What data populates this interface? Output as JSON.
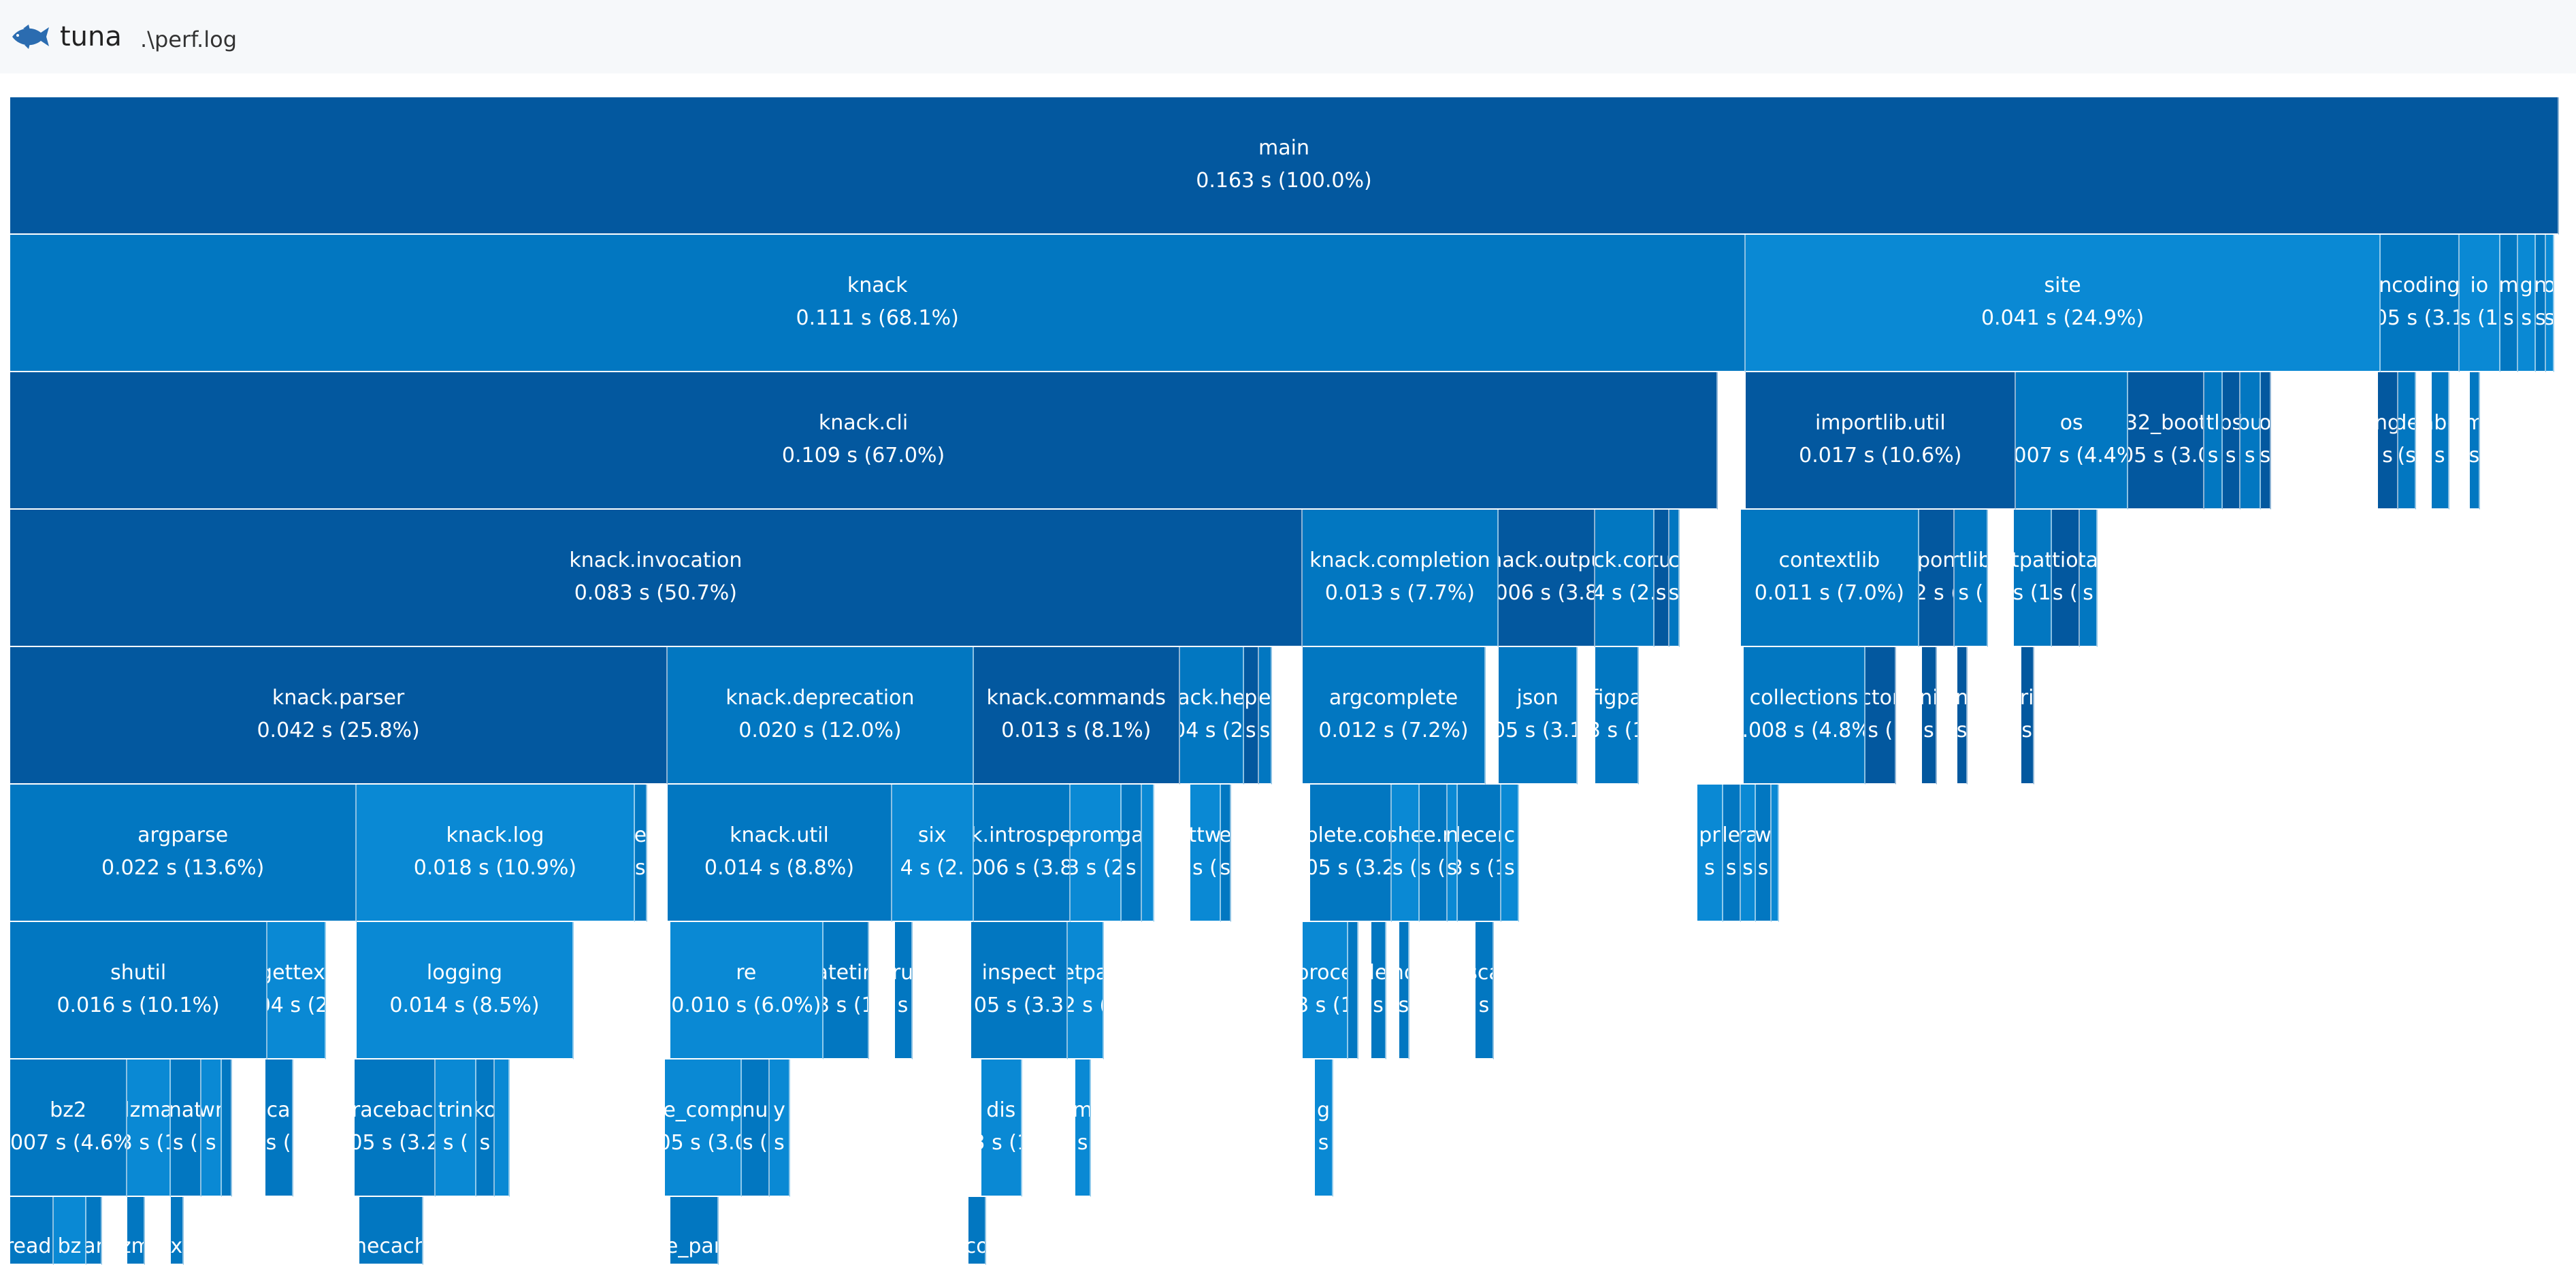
{
  "app": {
    "title": "tuna",
    "file": ".\\perf.log",
    "logo_icon": "tuna-fish-icon"
  },
  "colors": {
    "dark": "#03589f",
    "mid": "#0277c1",
    "light": "#0a89d4",
    "header_bg": "#f6f8fa",
    "logo": "#2b6cb0"
  },
  "rows": [
    [
      {
        "name": "main",
        "time": "0.163 s (100.0%)",
        "frac": 1.0
      }
    ],
    [
      {
        "name": "knack",
        "time": "0.111 s (68.1%)",
        "frac": 0.681
      },
      {
        "name": "site",
        "time": "0.041 s (24.9%)",
        "frac": 0.249
      },
      {
        "name": "ncoding",
        "time": "05 s (3.1",
        "frac": 0.031
      },
      {
        "name": "io",
        "time": "s (1",
        "frac": 0.016
      },
      {
        "name": "m",
        "time": "s",
        "frac": 0.007
      },
      {
        "name": "g",
        "time": "s",
        "frac": 0.007
      },
      {
        "name": "n",
        "time": "s",
        "frac": 0.004
      },
      {
        "name": "o",
        "time": "s",
        "frac": 0.003
      }
    ],
    [
      {
        "name": "knack.cli",
        "time": "0.109 s (67.0%)",
        "frac": 0.67
      },
      {
        "gap": 0.011
      },
      {
        "name": "importlib.util",
        "time": "0.017 s (10.6%)",
        "frac": 0.106
      },
      {
        "name": "os",
        "time": ".007 s (4.4%",
        "frac": 0.044
      },
      {
        "name": "32_boot",
        "time": "05 s (3.0",
        "frac": 0.03
      },
      {
        "name": "tl",
        "time": "s",
        "frac": 0.007
      },
      {
        "name": "ps",
        "time": "s",
        "frac": 0.007
      },
      {
        "name": "bu",
        "time": "s",
        "frac": 0.008
      },
      {
        "name": "o",
        "time": "s",
        "frac": 0.004
      },
      {
        "gap": 0.042
      },
      {
        "name": "ng",
        "time": "s",
        "frac": 0.008
      },
      {
        "name": "de",
        "time": "(s",
        "frac": 0.007
      },
      {
        "gap": 0.006
      },
      {
        "name": "abc",
        "time": "s",
        "frac": 0.007
      },
      {
        "gap": 0.008
      },
      {
        "name": "m",
        "time": "s",
        "frac": 0.004
      }
    ],
    [
      {
        "name": "knack.invocation",
        "time": "0.083 s (50.7%)",
        "frac": 0.507
      },
      {
        "name": "knack.completion",
        "time": "0.013 s (7.7%)",
        "frac": 0.077
      },
      {
        "name": "nack.outpu",
        "time": "006 s (3.8",
        "frac": 0.038
      },
      {
        "name": "ck.cor",
        "time": "4 s (2.",
        "frac": 0.023
      },
      {
        "name": "tu",
        "time": "s",
        "frac": 0.006
      },
      {
        "name": "c",
        "time": "s",
        "frac": 0.004
      },
      {
        "gap": 0.024
      },
      {
        "name": "contextlib",
        "time": "0.011 s (7.0%)",
        "frac": 0.07
      },
      {
        "name": "pon",
        "time": "2 s (",
        "frac": 0.014
      },
      {
        "name": "rtlib",
        "time": "s (",
        "frac": 0.013
      },
      {
        "gap": 0.01
      },
      {
        "name": "tpat",
        "time": "s (1",
        "frac": 0.015
      },
      {
        "name": "tio",
        "time": "s (",
        "frac": 0.011
      },
      {
        "name": "ta",
        "time": "s",
        "frac": 0.007
      }
    ],
    [
      {
        "name": "knack.parser",
        "time": "0.042 s (25.8%)",
        "frac": 0.258
      },
      {
        "name": "knack.deprecation",
        "time": "0.020 s (12.0%)",
        "frac": 0.12
      },
      {
        "name": "knack.commands",
        "time": "0.013 s (8.1%)",
        "frac": 0.081
      },
      {
        "name": "ack.he",
        "time": "04 s (2.",
        "frac": 0.025
      },
      {
        "name": "p",
        "time": "s",
        "frac": 0.006
      },
      {
        "name": "e",
        "time": "s",
        "frac": 0.005
      },
      {
        "gap": 0.012
      },
      {
        "name": "argcomplete",
        "time": "0.012 s (7.2%)",
        "frac": 0.072
      },
      {
        "gap": 0.005
      },
      {
        "name": "json",
        "time": "05 s (3.1",
        "frac": 0.031
      },
      {
        "gap": 0.007
      },
      {
        "name": "figpa",
        "time": "3 s (1",
        "frac": 0.017
      },
      {
        "gap": 0.041
      },
      {
        "name": "collections",
        "time": "0.008 s (4.8%)",
        "frac": 0.048
      },
      {
        "name": "ctor",
        "time": "s (",
        "frac": 0.012
      },
      {
        "gap": 0.01
      },
      {
        "name": "ni",
        "time": "s",
        "frac": 0.006
      },
      {
        "gap": 0.008
      },
      {
        "name": "n",
        "time": "s",
        "frac": 0.004
      },
      {
        "gap": 0.021
      },
      {
        "name": "ri",
        "time": "s",
        "frac": 0.005
      }
    ],
    [
      {
        "name": "argparse",
        "time": "0.022 s (13.6%)",
        "frac": 0.136
      },
      {
        "name": "knack.log",
        "time": "0.018 s (10.9%)",
        "frac": 0.109
      },
      {
        "name": "e",
        "time": "s",
        "frac": 0.005
      },
      {
        "gap": 0.008
      },
      {
        "name": "knack.util",
        "time": "0.014 s (8.8%)",
        "frac": 0.088
      },
      {
        "name": "six",
        "time": "4 s (2.",
        "frac": 0.032
      },
      {
        "name": "k.introspe",
        "time": "006 s (3.8",
        "frac": 0.038
      },
      {
        "name": "prom",
        "time": "3 s (2",
        "frac": 0.02
      },
      {
        "name": "ga",
        "time": "s",
        "frac": 0.008
      },
      {
        "name": "",
        "time": "",
        "frac": 0.005
      },
      {
        "gap": 0.014
      },
      {
        "name": "ttw",
        "time": "s (",
        "frac": 0.012
      },
      {
        "name": "e",
        "time": "s",
        "frac": 0.004
      },
      {
        "gap": 0.031
      },
      {
        "name": "plete.cor",
        "time": "05 s (3.2",
        "frac": 0.032
      },
      {
        "name": "she",
        "time": "s (",
        "frac": 0.011
      },
      {
        "name": "te.r",
        "time": "s (",
        "frac": 0.011
      },
      {
        "name": "n",
        "time": "s",
        "frac": 0.004
      },
      {
        "name": "decen",
        "time": "3 s (1",
        "frac": 0.017
      },
      {
        "name": "c",
        "time": "s",
        "frac": 0.007
      },
      {
        "gap": 0.07
      },
      {
        "name": "pr",
        "time": "s",
        "frac": 0.01
      },
      {
        "name": "le",
        "time": "s",
        "frac": 0.007
      },
      {
        "name": "ra",
        "time": "s",
        "frac": 0.006
      },
      {
        "name": "w",
        "time": "s",
        "frac": 0.006
      },
      {
        "name": "",
        "time": "",
        "frac": 0.003
      }
    ],
    [
      {
        "name": "shutil",
        "time": "0.016 s (10.1%)",
        "frac": 0.101
      },
      {
        "name": "gettext",
        "time": "04 s (2.",
        "frac": 0.023
      },
      {
        "gap": 0.012
      },
      {
        "name": "logging",
        "time": "0.014 s (8.5%)",
        "frac": 0.085
      },
      {
        "gap": 0.038
      },
      {
        "name": "re",
        "time": "0.010 s (6.0%)",
        "frac": 0.06
      },
      {
        "name": "atetin",
        "time": "3 s (1",
        "frac": 0.018
      },
      {
        "gap": 0.01
      },
      {
        "name": "ru",
        "time": "s",
        "frac": 0.007
      },
      {
        "gap": 0.023
      },
      {
        "name": "inspect",
        "time": "05 s (3.3",
        "frac": 0.038
      },
      {
        "name": "etpa",
        "time": "2 s (",
        "frac": 0.014
      },
      {
        "gap": 0.078
      },
      {
        "name": "proce",
        "time": "3 s (1",
        "frac": 0.018
      },
      {
        "name": "",
        "time": "",
        "frac": 0.004
      },
      {
        "gap": 0.005
      },
      {
        "name": "le",
        "time": "s",
        "frac": 0.006
      },
      {
        "gap": 0.005
      },
      {
        "name": "no",
        "time": "s",
        "frac": 0.004
      },
      {
        "gap": 0.026
      },
      {
        "name": "sca",
        "time": "s",
        "frac": 0.007
      }
    ],
    [
      {
        "name": "bz2",
        "time": ".007 s (4.6%",
        "frac": 0.046
      },
      {
        "name": "lzma",
        "time": "3 s (1",
        "frac": 0.017
      },
      {
        "name": "nat",
        "time": "s (",
        "frac": 0.012
      },
      {
        "name": "wr",
        "time": "s",
        "frac": 0.008
      },
      {
        "name": "",
        "time": "",
        "frac": 0.004
      },
      {
        "gap": 0.013
      },
      {
        "name": "ca",
        "time": "s (",
        "frac": 0.011
      },
      {
        "gap": 0.024
      },
      {
        "name": "traceback",
        "time": "05 s (3.2",
        "frac": 0.032
      },
      {
        "name": "trin",
        "time": "s (",
        "frac": 0.016
      },
      {
        "name": "ko",
        "time": "s",
        "frac": 0.007
      },
      {
        "name": "",
        "time": "",
        "frac": 0.006
      },
      {
        "gap": 0.061
      },
      {
        "name": "e_comp",
        "time": "05 s (3.0",
        "frac": 0.03
      },
      {
        "name": "nu",
        "time": "s (",
        "frac": 0.011
      },
      {
        "name": "y",
        "time": "s",
        "frac": 0.008
      },
      {
        "gap": 0.075
      },
      {
        "name": "dis",
        "time": "3 s (1",
        "frac": 0.016
      },
      {
        "gap": 0.021
      },
      {
        "name": "m",
        "time": "s",
        "frac": 0.006
      },
      {
        "gap": 0.088
      },
      {
        "name": "g",
        "time": "s",
        "frac": 0.007
      }
    ],
    [
      {
        "name": "readl",
        "time": "",
        "frac": 0.017
      },
      {
        "name": "bz",
        "time": "",
        "frac": 0.013
      },
      {
        "name": "ar",
        "time": "",
        "frac": 0.006
      },
      {
        "gap": 0.01
      },
      {
        "name": "zm",
        "time": "",
        "frac": 0.007
      },
      {
        "gap": 0.01
      },
      {
        "name": "x",
        "time": "",
        "frac": 0.005
      },
      {
        "gap": 0.069
      },
      {
        "name": "necach",
        "time": "",
        "frac": 0.025
      },
      {
        "gap": 0.097
      },
      {
        "name": "e_par",
        "time": "",
        "frac": 0.019
      },
      {
        "gap": 0.098
      },
      {
        "name": "co",
        "time": "",
        "frac": 0.007
      }
    ]
  ],
  "row_colors": [
    "dark",
    "mid",
    "dark",
    "dark",
    "dark",
    "mid",
    "mid",
    "mid",
    "mid"
  ]
}
